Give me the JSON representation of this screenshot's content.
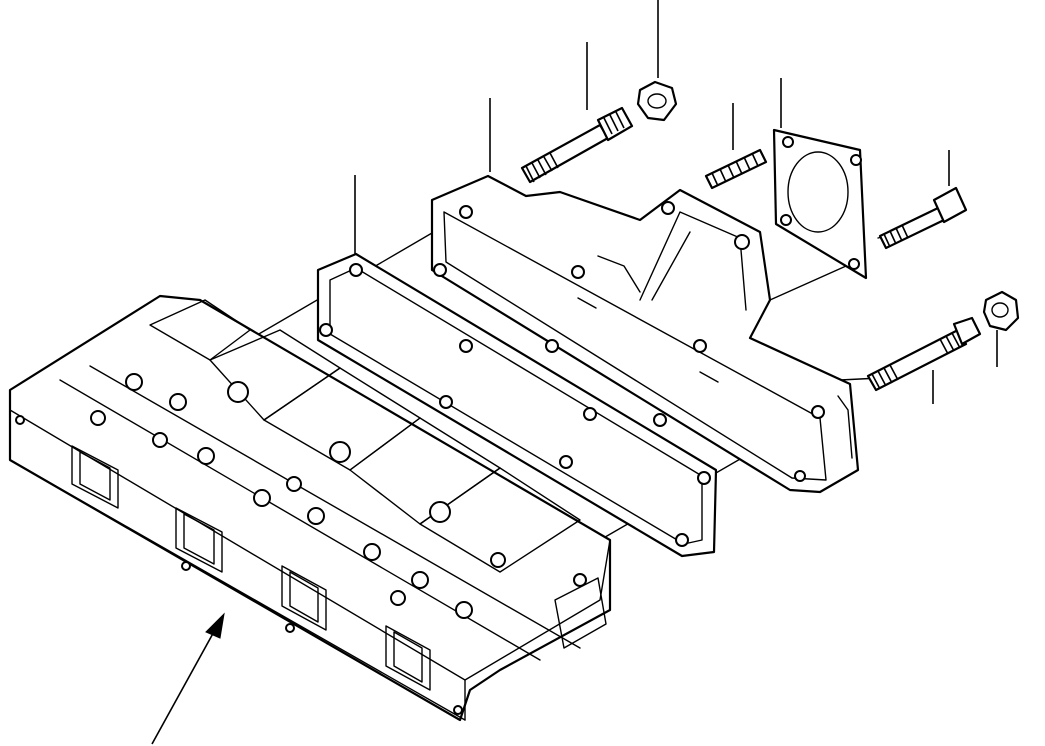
{
  "diagram": {
    "type": "exploded-parts-view",
    "components": [
      {
        "id": "cylinder-head",
        "label": ""
      },
      {
        "id": "head-gasket-strip",
        "label": ""
      },
      {
        "id": "exhaust-manifold",
        "label": ""
      },
      {
        "id": "manifold-gasket-round",
        "label": ""
      },
      {
        "id": "long-bolt-upper",
        "label": ""
      },
      {
        "id": "flange-nut-upper",
        "label": ""
      },
      {
        "id": "stud-short",
        "label": ""
      },
      {
        "id": "flange-bolt-right",
        "label": ""
      },
      {
        "id": "flange-nut-right",
        "label": ""
      },
      {
        "id": "long-bolt-lower",
        "label": ""
      }
    ],
    "colors": {
      "line": "#000000",
      "background": "#ffffff"
    }
  }
}
